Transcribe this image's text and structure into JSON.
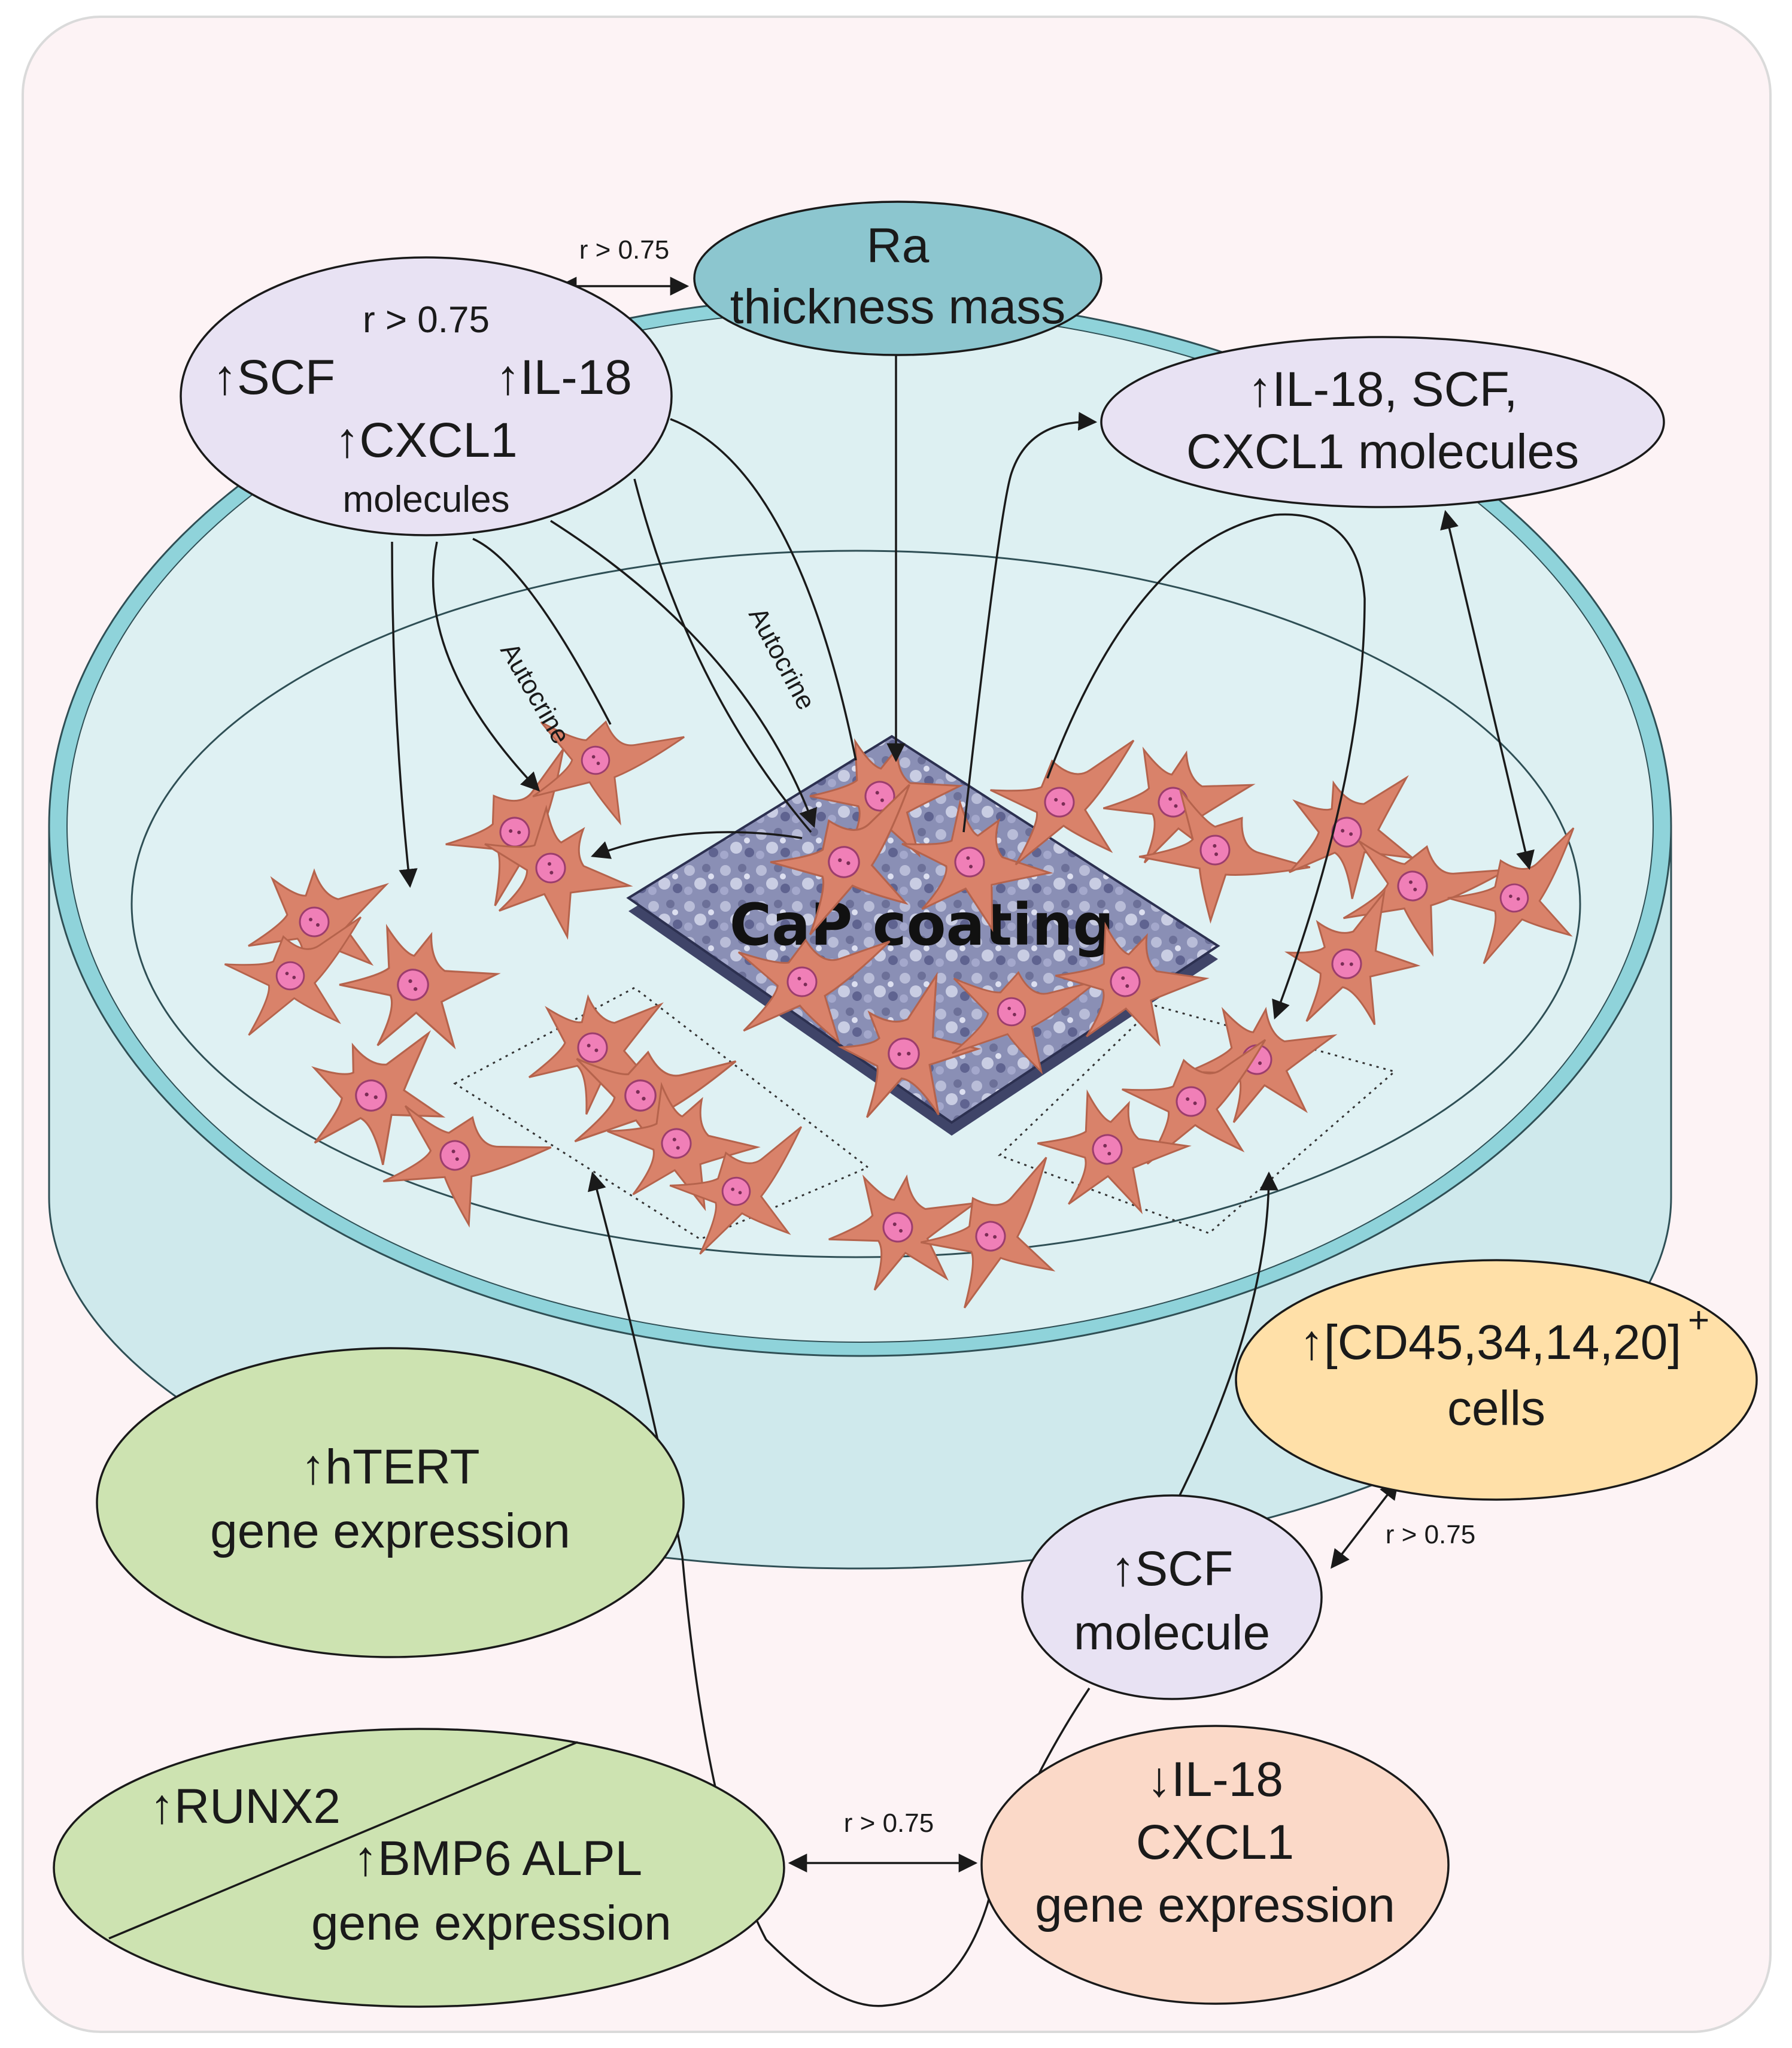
{
  "colors": {
    "background": "#fdf3f5",
    "dish_fill": "#dff1f3",
    "dish_rim": "#8fd3da",
    "dish_wall": "#cfe9ec",
    "molecule_fill": "#e8e2f3",
    "ra_fill": "#8cc6cf",
    "gene_fill": "#cde3b1",
    "cells_fill": "#ffe0a8",
    "down_fill": "#fbd9c8",
    "cell_body": "#d9826a",
    "nucleus": "#f07fb7",
    "coating": "#8a8fb5"
  },
  "nodes": {
    "ra_top": "Ra",
    "ra_bottom": "thickness mass",
    "left_mol_r": "r > 0.75",
    "left_mol_scf": "↑SCF",
    "left_mol_il18": "↑IL-18",
    "left_mol_cxcl1": "↑CXCL1",
    "left_mol_molecules": "molecules",
    "right_mol_line1": "↑IL-18, SCF,",
    "right_mol_line2": "CXCL1 molecules",
    "htert_line1": "↑hTERT",
    "htert_line2": "gene expression",
    "cd_line1": "↑[CD45,34,14,20]",
    "cd_sup": "+",
    "cd_line2": "cells",
    "scf_line1": "↑SCF",
    "scf_line2": "molecule",
    "runx_line1": "↑RUNX2",
    "runx_line2": "↑BMP6 ALPL",
    "runx_line3": "gene expression",
    "down_line1": "↓IL-18",
    "down_line2": "CXCL1",
    "down_line3": "gene expression"
  },
  "correlations": {
    "top": "r > 0.75",
    "right": "r > 0.75",
    "bottom": "r > 0.75"
  },
  "labels": {
    "autocrine_left": "Autocrine",
    "autocrine_right": "Autocrine",
    "coating": "CaP coating"
  }
}
